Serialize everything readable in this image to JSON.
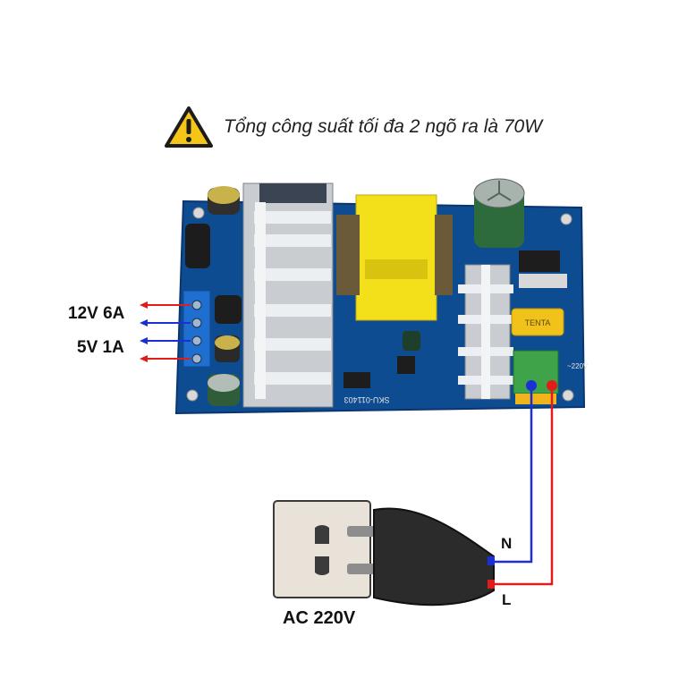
{
  "warning": {
    "text": "Tổng công suất tối đa 2 ngõ ra là 70W",
    "icon": "warning-triangle-icon"
  },
  "outputs": [
    {
      "label": "12V 6A"
    },
    {
      "label": "5V 1A"
    }
  ],
  "input": {
    "neutral_label": "N",
    "live_label": "L",
    "source_label": "AC 220V"
  },
  "board": {
    "marking": "SKU-011403",
    "capacitor_brand": "TENTA",
    "voltage_marking": "~220V"
  },
  "colors": {
    "board": "#0e4c92",
    "live_wire": "#e21b1b",
    "neutral_wire": "#1b2fd6",
    "transformer": "#f3e01a",
    "terminal_blue": "#1f6fd0",
    "terminal_green": "#3fa34a",
    "warning_yellow": "#f5c518"
  }
}
